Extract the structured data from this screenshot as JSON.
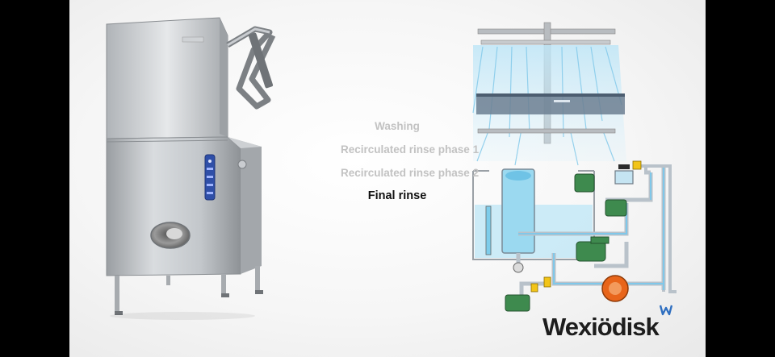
{
  "phases": [
    {
      "label": "Washing",
      "active": false
    },
    {
      "label": "Recirculated rinse phase 1",
      "active": false
    },
    {
      "label": "Recirculated rinse phase 2",
      "active": false
    },
    {
      "label": "Final rinse",
      "active": true
    }
  ],
  "brand": {
    "name": "Wexiödisk",
    "accent": "#2f6fc0"
  },
  "machine": {
    "panel_color": "#2f4fa8"
  },
  "diagram": {
    "water_color": "#8fd4ee",
    "motor_color": "#3e8a4e",
    "pump_accent": "#e8651a",
    "valve_color": "#f2c418"
  }
}
